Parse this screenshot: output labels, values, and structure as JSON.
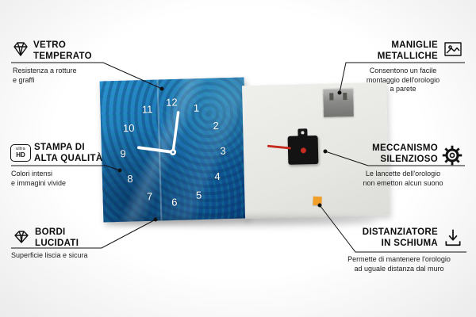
{
  "product": {
    "front_accent_colors": [
      "#2f93d4",
      "#0b3e7d",
      "#10a0a0"
    ],
    "back_color": "#e6e6e2",
    "mechanism_color": "#131313",
    "second_hand_color": "#c62b20",
    "foam_color": "#f0a028",
    "metal_plate_color": "#8b8b89"
  },
  "clock": {
    "numbers": [
      "12",
      "1",
      "2",
      "3",
      "4",
      "5",
      "6",
      "7",
      "8",
      "9",
      "10",
      "11"
    ]
  },
  "callouts": {
    "vetro": {
      "title": "VETRO\nTEMPERATO",
      "desc": "Resistenza a rotture\ne graffi"
    },
    "stampa": {
      "title": "STAMPA DI\nALTA QUALITÀ",
      "desc": "Colori intensi\ne immagini vivide",
      "icon_top": "ultra",
      "icon_bottom": "HD"
    },
    "bordi": {
      "title": "BORDI\nLUCIDATI",
      "desc": "Superficie liscia e sicura"
    },
    "maniglie": {
      "title": "MANIGLIE\nMETALLICHE",
      "desc": "Consentono un facile\nmontaggio dell'orologio\na parete"
    },
    "meccanismo": {
      "title": "MECCANISMO\nSILENZIOSO",
      "desc": "Le lancette dell'orologio\nnon emetton alcun suono"
    },
    "distanziatore": {
      "title": "DISTANZIATORE\nIN SCHIUMA",
      "desc": "Permette di mantenere l'orologio\nad uguale distanza dal muro"
    }
  }
}
